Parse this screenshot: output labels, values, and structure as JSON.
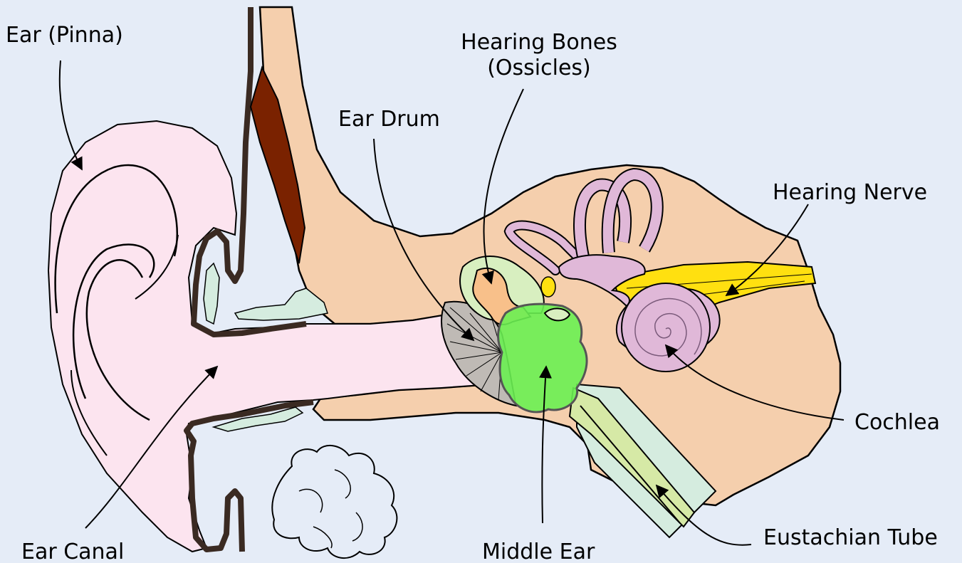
{
  "labels": {
    "pinna": "Ear (Pinna)",
    "ossicles": [
      "Hearing Bones",
      "(Ossicles)"
    ],
    "ear_drum": "Ear Drum",
    "hearing_nerve": "Hearing Nerve",
    "cochlea": "Cochlea",
    "ear_canal": "Ear Canal",
    "middle_ear": "Middle Ear",
    "eustachian_tube": "Eustachian Tube"
  },
  "colors": {
    "background": "#e5ecf7",
    "skin": "#f5cfad",
    "pinna": "#fce4ef",
    "muscle": "#7a2200",
    "cartilage": "#d5ecdf",
    "ossicles": "#f8c08a",
    "ossicle_cavity": "#d8efc0",
    "ear_drum": "#bfbab5",
    "middle_ear": "#6af052",
    "inner_ear": "#e0b8d8",
    "nerve": "#ffe010",
    "eustachian": "#d6e9a6",
    "outline": "#000000",
    "skin_outline": "#3a2a22"
  }
}
